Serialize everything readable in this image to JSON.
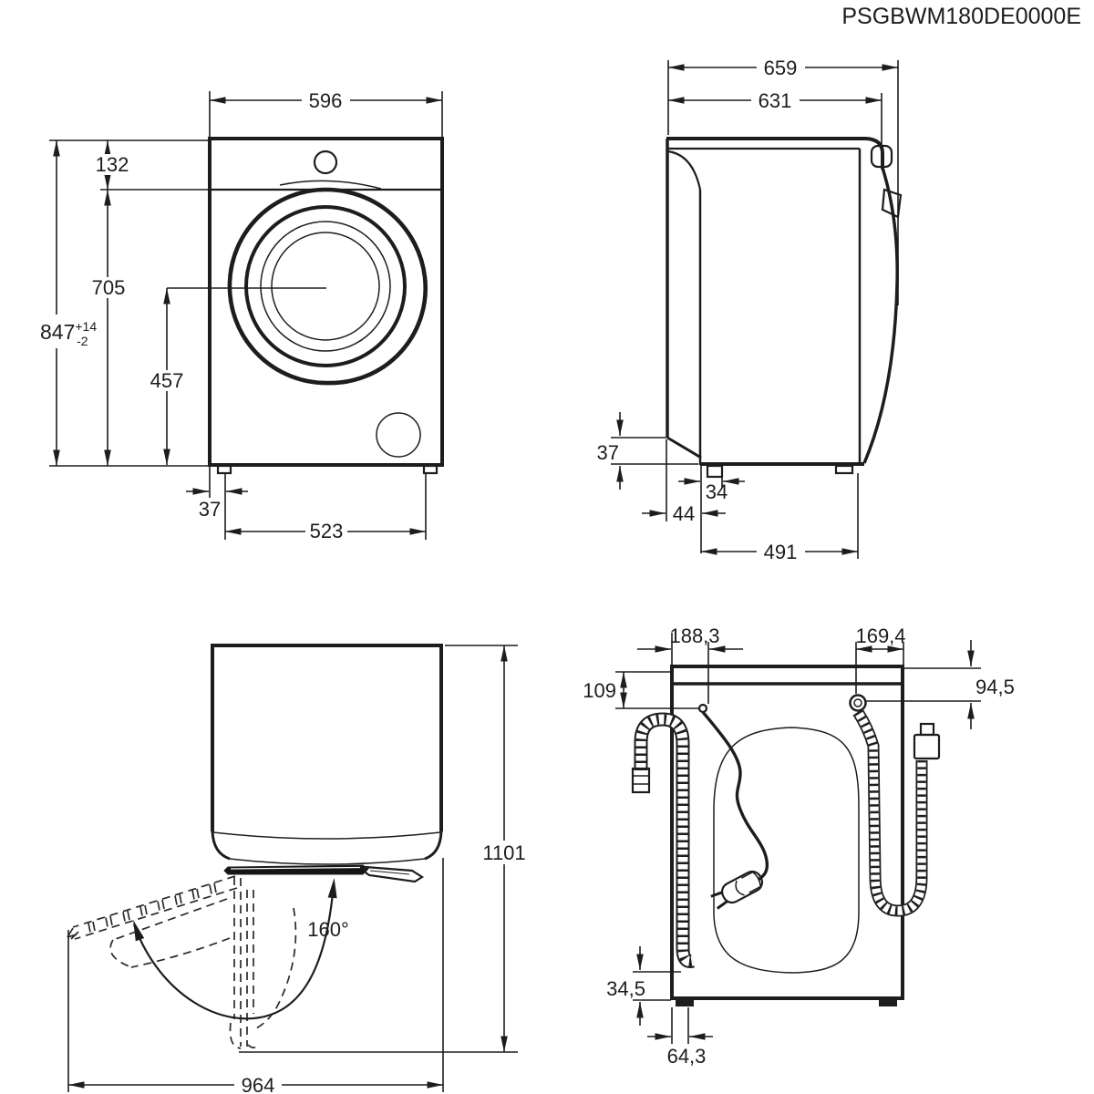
{
  "title": "PSGBWM180DE0000E",
  "colors": {
    "line": "#1d1d1d",
    "background": "#ffffff"
  },
  "views": {
    "front": {
      "dims": {
        "width": "596",
        "panel_height": "132",
        "panel_to_floor": "705",
        "height": "847",
        "height_tol_plus": "+14",
        "height_tol_minus": "-2",
        "door_center_height": "457",
        "foot_inset": "37",
        "foot_spacing": "523"
      }
    },
    "side": {
      "dims": {
        "depth_total": "659",
        "depth_body": "631",
        "plinth_height": "37",
        "foot_width": "34",
        "front_inset": "44",
        "foot_spacing": "491"
      }
    },
    "top": {
      "dims": {
        "depth_door_open": "1101",
        "door_angle": "160°",
        "width_door_open": "964"
      }
    },
    "back": {
      "dims": {
        "cord_offset_x": "188,3",
        "inlet_offset_x": "169,4",
        "cord_offset_y": "109",
        "inlet_offset_y": "94,5",
        "drain_clearance": "34,5",
        "drain_offset_x": "64,3"
      }
    }
  }
}
